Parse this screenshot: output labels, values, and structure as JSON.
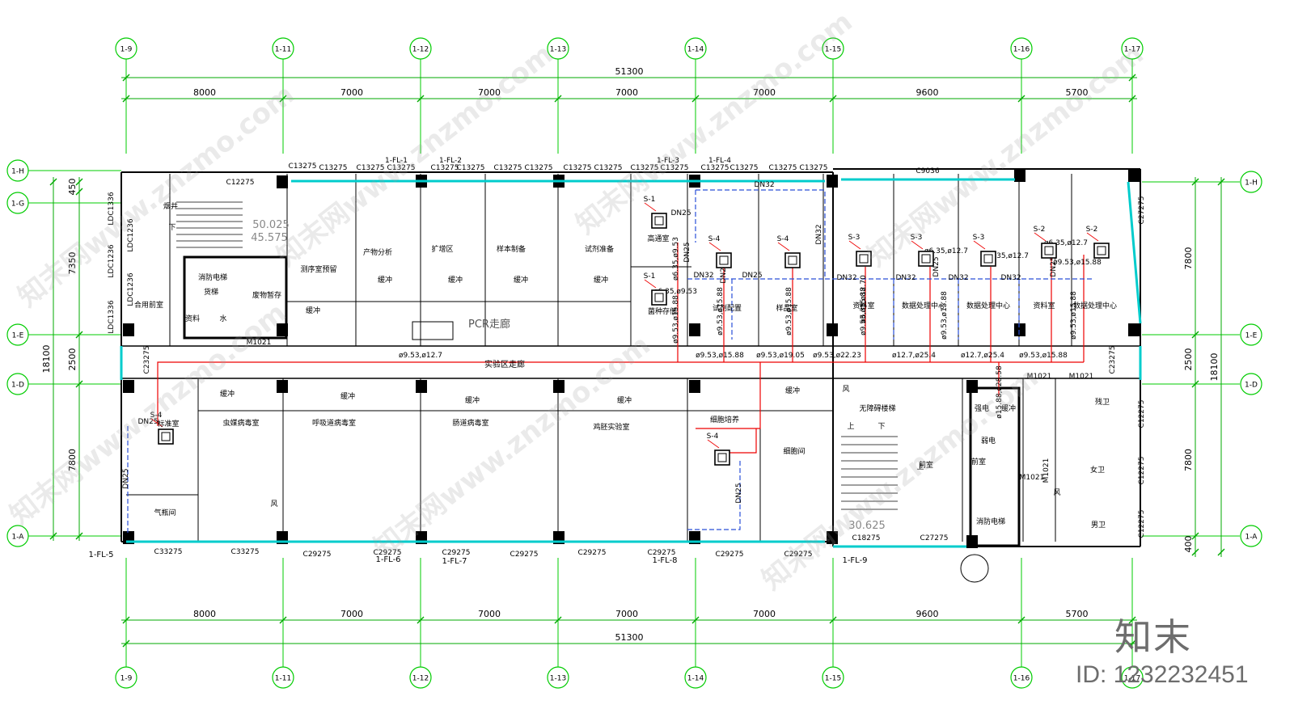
{
  "grid_columns": [
    "1-9",
    "1-11",
    "1-12",
    "1-13",
    "1-14",
    "1-15",
    "1-16",
    "1-17"
  ],
  "grid_rows_left": [
    "1-H",
    "1-G",
    "1-E",
    "1-D",
    "1-A"
  ],
  "grid_rows_right": [
    "1-H",
    "1-E",
    "1-D",
    "1-A"
  ],
  "dims_top": {
    "total": "51300",
    "spans": [
      "8000",
      "7000",
      "7000",
      "7000",
      "7000",
      "9600",
      "5700"
    ]
  },
  "dims_bottom": {
    "total": "51300",
    "spans": [
      "8000",
      "7000",
      "7000",
      "7000",
      "7000",
      "9600",
      "5700"
    ]
  },
  "dims_left": {
    "total": "18100",
    "spans": [
      "450",
      "7350",
      "2500",
      "7800"
    ]
  },
  "dims_right": {
    "total": "18100",
    "spans": [
      "7800",
      "2500",
      "7800",
      "400"
    ]
  },
  "window_tags_top": [
    "C13275",
    "C13275",
    "1-FL-1",
    "C13275",
    "C13275",
    "1-FL-2",
    "C13275",
    "C13275",
    "C13275",
    "C13275",
    "C13275",
    "C13275",
    "C13275",
    "1-FL-3",
    "C13275",
    "1-FL-4",
    "C13275",
    "C13275",
    "C13275",
    "C13275",
    "C12275",
    "C9036"
  ],
  "window_tags_bottom": [
    "C33275",
    "C33275",
    "C29275",
    "C29275",
    "C29275",
    "C29275",
    "C29275",
    "C29275",
    "C29275",
    "C29275",
    "C18275",
    "C27275"
  ],
  "facade_tags_bottom": [
    "1-FL-5",
    "1-FL-6",
    "1-FL-7",
    "1-FL-8",
    "1-FL-9"
  ],
  "side_tags_left": [
    "LDC1336",
    "LDC1236",
    "LDC1236",
    "LDC1236",
    "LDC1336",
    "C23275"
  ],
  "side_tags_right": [
    "C27275",
    "C23275",
    "C12275",
    "C12275",
    "C12275"
  ],
  "rooms_north": [
    {
      "label": "合用前室"
    },
    {
      "label": "消防电梯"
    },
    {
      "label": "废物暂存"
    },
    {
      "label": "测序室预留"
    },
    {
      "label": "产物分析"
    },
    {
      "label": "扩增区"
    },
    {
      "label": "样本制备"
    },
    {
      "label": "试剂准备"
    },
    {
      "label": "高通室"
    },
    {
      "label": "菌种存储"
    },
    {
      "label": "试剂配置"
    },
    {
      "label": "样品室"
    },
    {
      "label": "资料室"
    },
    {
      "label": "数据处理中心"
    },
    {
      "label": "数据处理中心"
    },
    {
      "label": "资料室"
    },
    {
      "label": "数据处理中心"
    }
  ],
  "rooms_south": [
    {
      "label": "标准室"
    },
    {
      "label": "气瓶间"
    },
    {
      "label": "虫媒病毒室"
    },
    {
      "label": "呼吸道病毒室"
    },
    {
      "label": "肠道病毒室"
    },
    {
      "label": "鸡胚实验室"
    },
    {
      "label": "细胞培养"
    },
    {
      "label": "细胞间"
    },
    {
      "label": "前室"
    },
    {
      "label": "强电"
    },
    {
      "label": "弱电"
    },
    {
      "label": "残卫"
    },
    {
      "label": "女卫"
    },
    {
      "label": "男卫"
    }
  ],
  "misc_labels": [
    "缓冲",
    "缓冲",
    "缓冲",
    "缓冲",
    "缓冲",
    "缓冲",
    "缓冲",
    "缓冲",
    "缓冲",
    "缓冲",
    "缓冲",
    "资料",
    "水",
    "风",
    "风",
    "风",
    "烟井",
    "下",
    "上",
    "下",
    "上",
    "前室",
    "消防电梯",
    "货梯",
    "无障碍楼梯"
  ],
  "corridor_labels": {
    "pcr": "PCR走廊",
    "lab": "实验区走廊"
  },
  "elevations": [
    "50.025",
    "45.575",
    "30.625"
  ],
  "door_tags": [
    "M1021",
    "M1021",
    "M1021",
    "M1021",
    "M1021"
  ],
  "ac_units": [
    "S-1",
    "S-1",
    "S-4",
    "S-4",
    "S-3",
    "S-3",
    "S-3",
    "S-2",
    "S-4",
    "S-2",
    "S-4"
  ],
  "pipe_labels_red": [
    "ø9.53,ø12.7",
    "ø9.53,ø15.88",
    "ø9.53,ø19.05",
    "ø9.53,ø22.23",
    "ø12.7,ø25.4",
    "ø12.7,ø25.4",
    "ø9.53,ø15.88",
    "ø6.35,ø9.53",
    "ø6.35,ø9.53",
    "ø9.53,ø15.88",
    "ø9.53,ø15.88",
    "ø9.53,ø15.88",
    "ø9.53,ø15.88",
    "ø6.35,ø12.70",
    "ø9.53,ø15.88",
    "ø6.35,ø12.7",
    "ø6.35,ø12.7",
    "ø6.35,ø12.7",
    "ø9.53,ø15.88",
    "ø9.53,ø15.88",
    "ø15.88,ø28.58"
  ],
  "pipe_labels_blue": [
    "DN32",
    "DN32",
    "DN32",
    "DN32",
    "DN32",
    "DN32",
    "DN32",
    "DN25",
    "DN25",
    "DN25",
    "DN25",
    "DN25",
    "DN25",
    "DN25",
    "DN25",
    "DN25"
  ],
  "brand": "知末",
  "image_id": "ID: 1232232451",
  "watermark": "知末网www.znzmo.com",
  "colors": {
    "grid": "#00cc00",
    "wall": "#000000",
    "window": "#00cccc",
    "refrigerant": "#ee0000",
    "drain": "#2a4fd8",
    "dim": "#00aa00"
  }
}
